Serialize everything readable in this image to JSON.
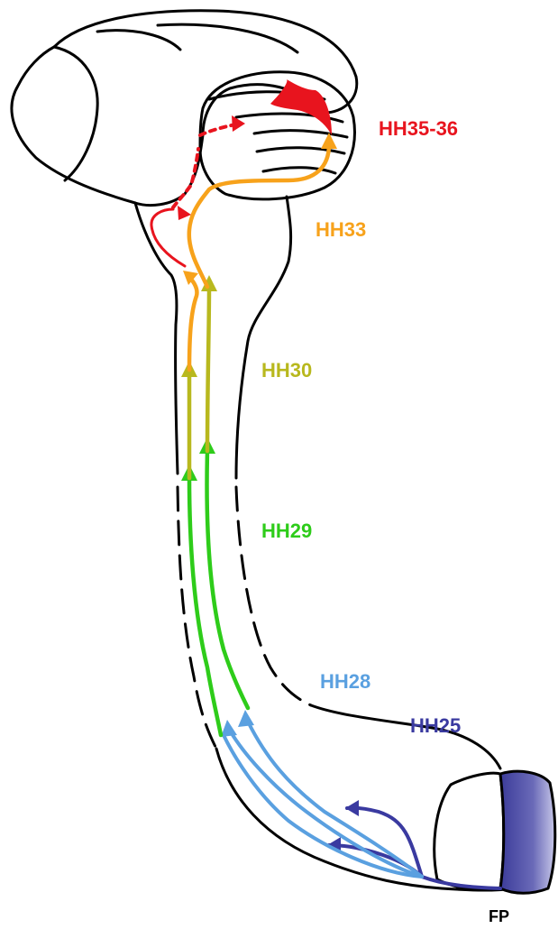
{
  "stages": [
    {
      "id": "hh35_36",
      "label": "HH35-36",
      "color": "#e8141e"
    },
    {
      "id": "hh33",
      "label": "HH33",
      "color": "#f7a21b"
    },
    {
      "id": "hh30",
      "label": "HH30",
      "color": "#b8b81e"
    },
    {
      "id": "hh29",
      "label": "HH29",
      "color": "#2ecc1a"
    },
    {
      "id": "hh28",
      "label": "HH28",
      "color": "#5aa0e0"
    },
    {
      "id": "hh25",
      "label": "HH25",
      "color": "#3a3aa0"
    }
  ],
  "floor_plate": {
    "label": "FP",
    "color": "#4a4aa8"
  }
}
